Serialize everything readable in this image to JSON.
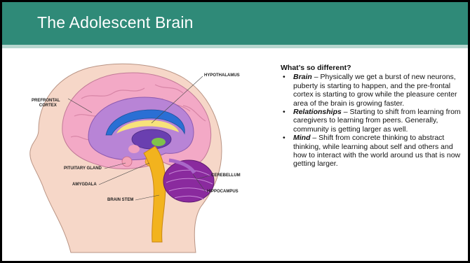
{
  "slide": {
    "title": "The Adolescent Brain"
  },
  "figure": {
    "labels": {
      "prefrontal_1": "PREFRONTAL",
      "prefrontal_2": "CORTEX",
      "hypothalamus": "HYPOTHALAMUS",
      "pituitary": "PITUITARY GLAND",
      "amygdala": "AMYGDALA",
      "brain_stem": "BRAIN STEM",
      "cerebellum": "CEREBELLUM",
      "hippocampus": "HIPPOCAMPUS"
    }
  },
  "text": {
    "heading": "What’s so different?",
    "bullet": "•",
    "items": [
      {
        "term": "Brain",
        "body": " – Physically we get a burst of new neurons, puberty is starting to happen, and the pre-frontal cortex is starting to grow while the pleasure center area of the brain is growing faster."
      },
      {
        "term": "Relationships",
        "body": " – Starting to shift from learning from caregivers to learning from peers.  Generally, community is getting larger as well."
      },
      {
        "term": "Mind",
        "body": " – Shift from concrete thinking to abstract thinking, while learning about self and others and how to interact with the world around us that is now getting larger."
      }
    ]
  },
  "colors": {
    "header": "#2f8a78",
    "header_line": "#b7d7cf",
    "skin": "#f6d7c8",
    "brain_pink": "#f3a9c6",
    "brain_purple": "#b884d6",
    "blue": "#2a6fd4",
    "stem_yellow": "#f2b31e",
    "cerebellum": "#8a2a9e"
  }
}
